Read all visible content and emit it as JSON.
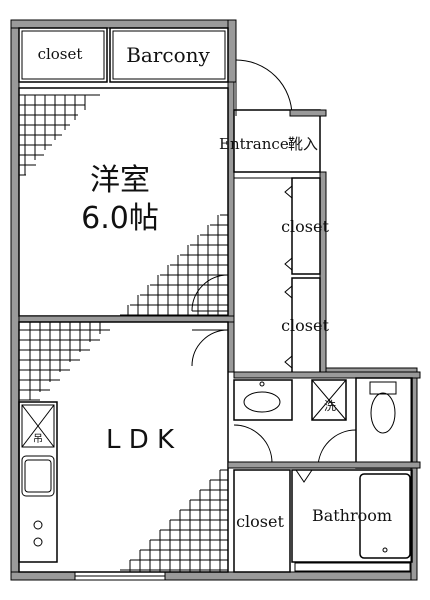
{
  "rooms": {
    "closet_top": "closet",
    "barcony": "Barcony",
    "entrance": "Entrance",
    "entrance_jp": "靴入",
    "closet_mid1": "closet",
    "closet_mid2": "closet",
    "western_room_line1": "洋室",
    "western_room_line2": "6.0帖",
    "ldk": "L D K",
    "closet_bottom": "closet",
    "bathroom": "Bathroom",
    "washer_mark": "洗",
    "stove_mark": "吊"
  }
}
